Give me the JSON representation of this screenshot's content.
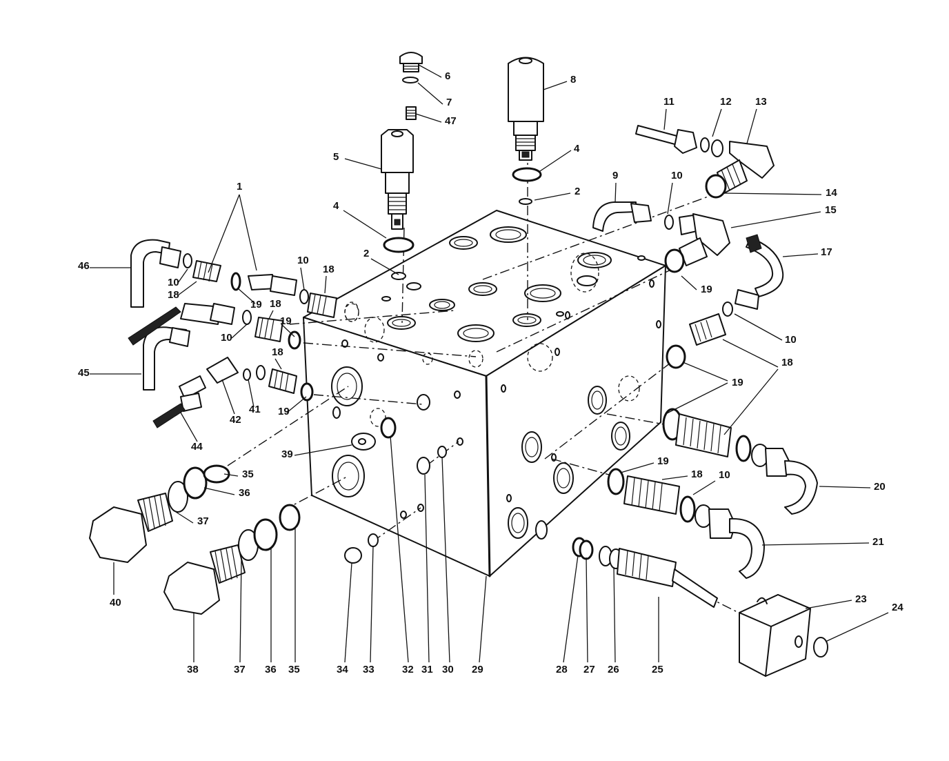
{
  "callouts": [
    {
      "id": "c1",
      "label": "1"
    },
    {
      "id": "c2a",
      "label": "2"
    },
    {
      "id": "c2b",
      "label": "2"
    },
    {
      "id": "c4a",
      "label": "4"
    },
    {
      "id": "c4b",
      "label": "4"
    },
    {
      "id": "c5",
      "label": "5"
    },
    {
      "id": "c6",
      "label": "6"
    },
    {
      "id": "c7",
      "label": "7"
    },
    {
      "id": "c8",
      "label": "8"
    },
    {
      "id": "c9",
      "label": "9"
    },
    {
      "id": "c10a",
      "label": "10"
    },
    {
      "id": "c10b",
      "label": "10"
    },
    {
      "id": "c10c",
      "label": "10"
    },
    {
      "id": "c10d",
      "label": "10"
    },
    {
      "id": "c10e",
      "label": "10"
    },
    {
      "id": "c10f",
      "label": "10"
    },
    {
      "id": "c11",
      "label": "11"
    },
    {
      "id": "c12",
      "label": "12"
    },
    {
      "id": "c13",
      "label": "13"
    },
    {
      "id": "c14",
      "label": "14"
    },
    {
      "id": "c15",
      "label": "15"
    },
    {
      "id": "c17",
      "label": "17"
    },
    {
      "id": "c18a",
      "label": "18"
    },
    {
      "id": "c18b",
      "label": "18"
    },
    {
      "id": "c18c",
      "label": "18"
    },
    {
      "id": "c18d",
      "label": "18"
    },
    {
      "id": "c18e",
      "label": "18"
    },
    {
      "id": "c18f",
      "label": "18"
    },
    {
      "id": "c19a",
      "label": "19"
    },
    {
      "id": "c19b",
      "label": "19"
    },
    {
      "id": "c19c",
      "label": "19"
    },
    {
      "id": "c19d",
      "label": "19"
    },
    {
      "id": "c19e",
      "label": "19"
    },
    {
      "id": "c19f",
      "label": "19"
    },
    {
      "id": "c20",
      "label": "20"
    },
    {
      "id": "c21",
      "label": "21"
    },
    {
      "id": "c23",
      "label": "23"
    },
    {
      "id": "c24",
      "label": "24"
    },
    {
      "id": "c25",
      "label": "25"
    },
    {
      "id": "c26",
      "label": "26"
    },
    {
      "id": "c27",
      "label": "27"
    },
    {
      "id": "c28",
      "label": "28"
    },
    {
      "id": "c29",
      "label": "29"
    },
    {
      "id": "c30",
      "label": "30"
    },
    {
      "id": "c31",
      "label": "31"
    },
    {
      "id": "c32",
      "label": "32"
    },
    {
      "id": "c33",
      "label": "33"
    },
    {
      "id": "c34",
      "label": "34"
    },
    {
      "id": "c35a",
      "label": "35"
    },
    {
      "id": "c35b",
      "label": "35"
    },
    {
      "id": "c36a",
      "label": "36"
    },
    {
      "id": "c36b",
      "label": "36"
    },
    {
      "id": "c37a",
      "label": "37"
    },
    {
      "id": "c37b",
      "label": "37"
    },
    {
      "id": "c38",
      "label": "38"
    },
    {
      "id": "c39",
      "label": "39"
    },
    {
      "id": "c40",
      "label": "40"
    },
    {
      "id": "c41",
      "label": "41"
    },
    {
      "id": "c42",
      "label": "42"
    },
    {
      "id": "c44",
      "label": "44"
    },
    {
      "id": "c45",
      "label": "45"
    },
    {
      "id": "c46",
      "label": "46"
    },
    {
      "id": "c47",
      "label": "47"
    }
  ]
}
